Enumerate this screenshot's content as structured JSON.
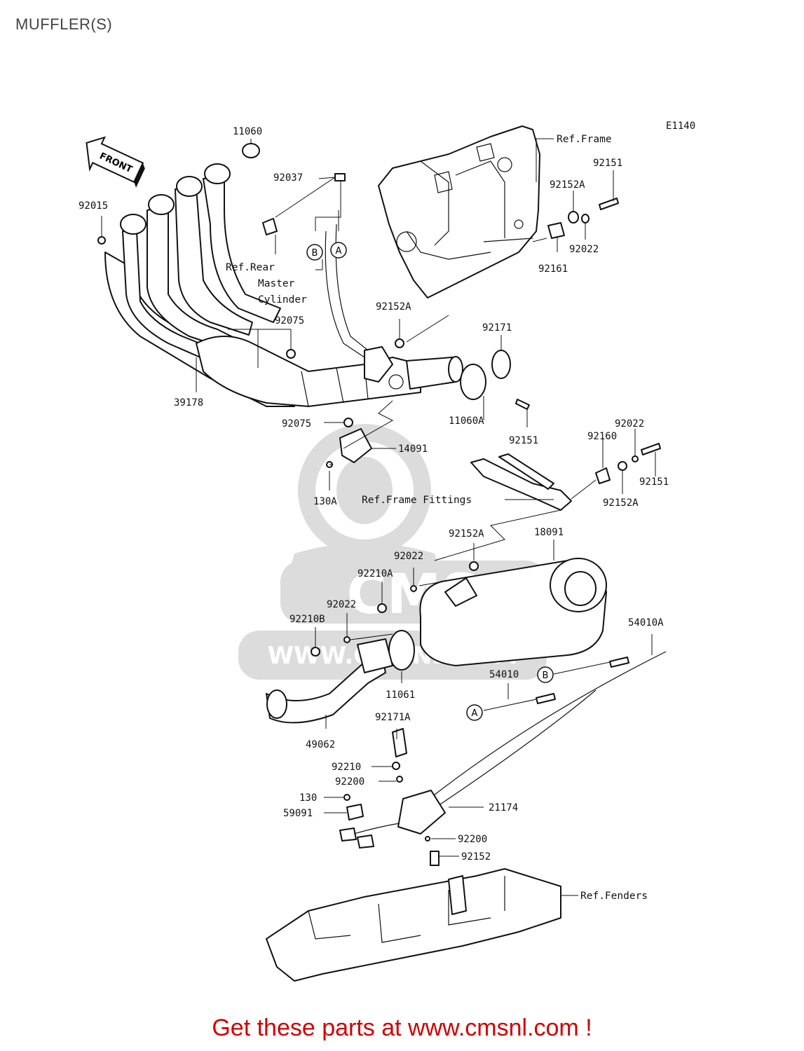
{
  "title": "MUFFLER(S)",
  "diagram_code": "E1140",
  "footer": "Get these parts at www.cmsnl.com !",
  "watermark": {
    "main": "CMS",
    "url": "WWW.CMSNL.COM"
  },
  "front_arrow": "FRONT",
  "circle_markers": {
    "a": "A",
    "b": "B"
  },
  "labels": {
    "p11060": "11060",
    "p92037": "92037",
    "p92015": "92015",
    "ref_rear_1": "Ref.Rear",
    "ref_rear_2": "Master",
    "ref_rear_3": "Cylinder",
    "p92075_top": "92075",
    "p39178": "39178",
    "p92075_bot": "92075",
    "p130a": "130A",
    "p14091": "14091",
    "p92152a_mid": "92152A",
    "p92171": "92171",
    "p11060a": "11060A",
    "p92151_mid": "92151",
    "ref_frame": "Ref.Frame",
    "p92151_top": "92151",
    "p92152a_top": "92152A",
    "p92022_top": "92022",
    "p92161": "92161",
    "ref_frame_fittings": "Ref.Frame Fittings",
    "p92022_r": "92022",
    "p92160": "92160",
    "p92151_r": "92151",
    "p92152a_r": "92152A",
    "p92152a_low": "92152A",
    "p18091": "18091",
    "p92022_a": "92022",
    "p92210a": "92210A",
    "p92022_b": "92022",
    "p92210b": "92210B",
    "p11061": "11061",
    "p54010a": "54010A",
    "p54010": "54010",
    "p49062": "49062",
    "p92171a": "92171A",
    "p92210": "92210",
    "p92200_a": "92200",
    "p130": "130",
    "p21174": "21174",
    "p59091": "59091",
    "p92200_b": "92200",
    "p92152": "92152",
    "ref_fenders": "Ref.Fenders"
  }
}
